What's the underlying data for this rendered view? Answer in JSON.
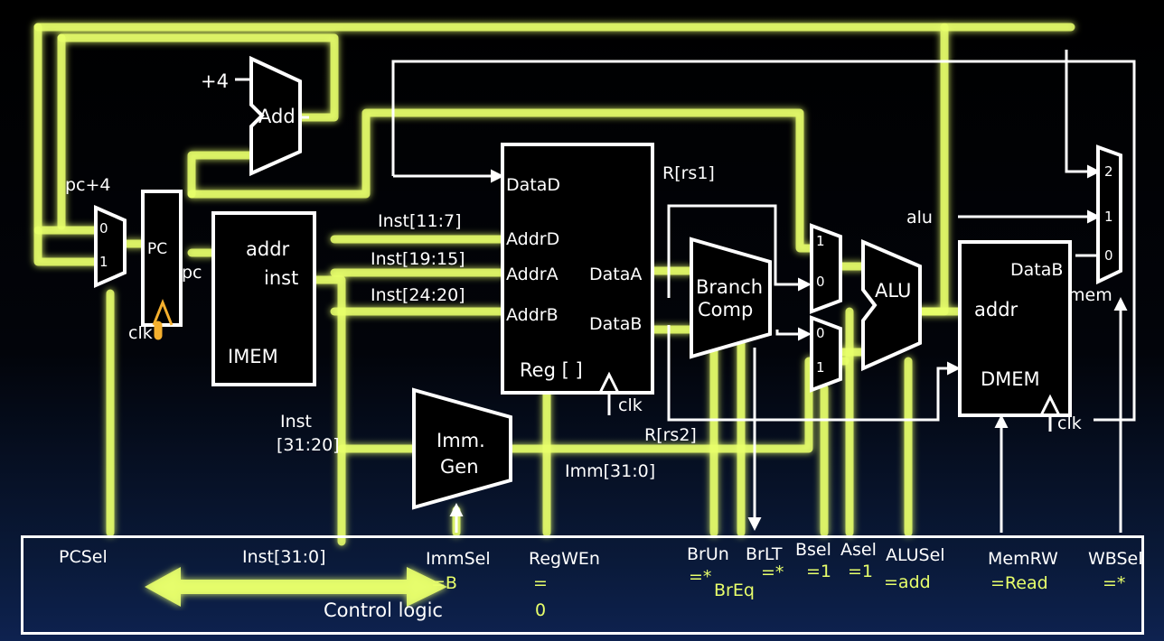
{
  "colors": {
    "highlight": "#e8ff6b",
    "wire": "#ffffff",
    "clock_active": "#f5b02e",
    "background_bottom": "#0e2250"
  },
  "blocks": {
    "add": "Add",
    "pc": "PC",
    "imem_addr": "addr",
    "imem_inst": "inst",
    "imem": "IMEM",
    "regfile_datad": "DataD",
    "regfile_addrd": "AddrD",
    "regfile_addra": "AddrA",
    "regfile_addrb": "AddrB",
    "regfile_dataa": "DataA",
    "regfile_datab": "DataB",
    "regfile_name": "Reg [ ]",
    "branch_comp_1": "Branch",
    "branch_comp_2": "Comp",
    "alu": "ALU",
    "imm_gen_1": "Imm.",
    "imm_gen_2": "Gen",
    "dmem_datab": "DataB",
    "dmem_addr": "addr",
    "dmem": "DMEM"
  },
  "wires": {
    "plus4": "+4",
    "pc_plus4": "pc+4",
    "pc": "pc",
    "clk_pc": "clk",
    "clk_reg": "clk",
    "clk_dmem": "clk",
    "inst_11_7": "Inst[11:7]",
    "inst_19_15": "Inst[19:15]",
    "inst_24_20": "Inst[24:20]",
    "inst_31_20_a": "Inst",
    "inst_31_20_b": "[31:20]",
    "r_rs1": "R[rs1]",
    "r_rs2": "R[rs2]",
    "imm": "Imm[31:0]",
    "alu_out": "alu",
    "mem_out": "mem",
    "pc_mux_0": "0",
    "pc_mux_1": "1",
    "a_mux_1": "1",
    "a_mux_0": "0",
    "b_mux_0": "0",
    "b_mux_1": "1",
    "wb_mux_2": "2",
    "wb_mux_1": "1",
    "wb_mux_0": "0"
  },
  "control": {
    "pcsel": "PCSel",
    "inst": "Inst[31:0]",
    "title": "Control logic",
    "immsel": "ImmSel",
    "immsel_val": "=B",
    "regwen": "RegWEn",
    "regwen_val_a": "=",
    "regwen_val_b": "0",
    "brun": "BrUn",
    "brun_val": "=*",
    "brlt": "BrLT",
    "brlt_val": "=*",
    "breq": "BrEq",
    "bsel": "Bsel",
    "bsel_val": "=1",
    "asel": "Asel",
    "asel_val": "=1",
    "alusel": "ALUSel",
    "alusel_val": "=add",
    "memrw": "MemRW",
    "memrw_val": "=Read",
    "wbsel": "WBSel",
    "wbsel_val": "=*"
  }
}
